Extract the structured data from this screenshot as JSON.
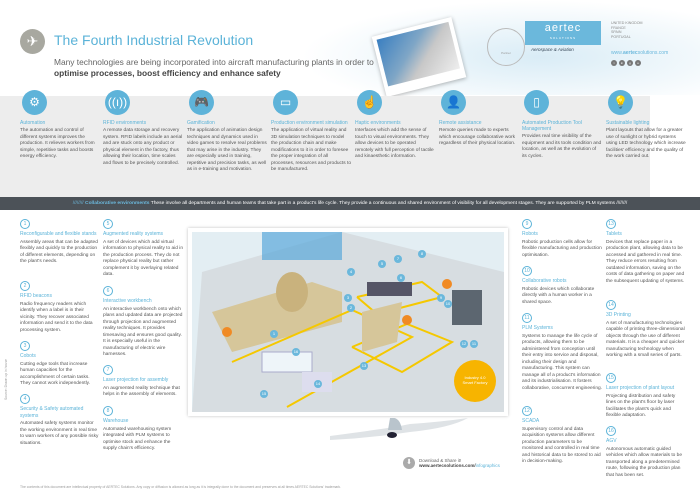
{
  "header": {
    "title": "The Fourth Industrial Revolution",
    "subtitle_plain": "Many technologies are being incorporated into aircraft manufacturing plants in order to ",
    "subtitle_bold": "optimise processes, boost efficiency and enhance safety"
  },
  "brand": {
    "logo": "aertec",
    "logo_sub": "SOLUTIONS",
    "tagline": "Aerospace & Aviation",
    "seal": "Partner",
    "countries": [
      "UNITED KINGDOM",
      "FRANCE",
      "SPAIN",
      "PORTUGAL"
    ],
    "url_pre": "www.",
    "url_bold": "aertec",
    "url_post": "solutions.com",
    "accent": "#5bb3d8"
  },
  "technologies": [
    {
      "icon": "gear-icon",
      "glyph": "⚙",
      "title": "Automation",
      "text": "The automation and control of different systems improves the production. It relieves workers from simple, repetitive tasks and boosts energy efficiency."
    },
    {
      "icon": "rfid-icon",
      "glyph": "((ı))",
      "title": "RFID environments",
      "text": "A remote data storage and recovery system. RFID labels include an aerial and are stuck onto any product or physical element in the factory, thus allowing their location, time scales and flows to be precisely controlled."
    },
    {
      "icon": "gamepad-icon",
      "glyph": "🎮",
      "title": "Gamification",
      "text": "The application of animation design techniques and dynamics used in video games to resolve real problems that may arise in the industry. They are especially used in training, repetitive and precision tasks, as well as in e-training and motivation."
    },
    {
      "icon": "simulation-icon",
      "glyph": "▭",
      "title": "Production environment simulation",
      "text": "The application of virtual reality and 3D simulation techniques to model the production chain and make modifications to it in order to foresee the proper integration of all processes, resources and products to be manufactured."
    },
    {
      "icon": "hand-touch-icon",
      "glyph": "☝",
      "title": "Haptic environments",
      "text": "Interfaces which add the sense of touch to visual environments. They allow devices to be operated remotely with full perception of tactile and kinaesthetic information."
    },
    {
      "icon": "expert-icon",
      "glyph": "👤",
      "title": "Remote assistance",
      "text": "Remote queries made to experts which encourage collaborative work regardless of their physical location."
    },
    {
      "icon": "tablet-icon",
      "glyph": "▯",
      "title": "Automated Production Tool Management",
      "text": "Provides real time visibility of the equipment and its tools condition and location, as well as the evolution of its cycles."
    },
    {
      "icon": "lightbulb-icon",
      "glyph": "💡",
      "title": "Sustainable lighting",
      "text": "Plant layouts that allow for a greater use of sunlight or hybrid systems using LED technology which increase facilities' efficiency and the quality of the work carried out."
    }
  ],
  "collab_bar": {
    "prefix": "//////// ",
    "key": "Collaborative environments",
    "text": " These involve all departments and human teams that take part in a product's life cycle. They provide a continuous and shared environment of visibility for all development stages. They are supported by PLM systems ////////"
  },
  "items": [
    {
      "n": "1",
      "title": "Reconfigurable and flexible stands",
      "text": "Assembly areas that can be adapted flexibly and quickly to the production of different elements, depending on the plant's needs."
    },
    {
      "n": "2",
      "title": "RFID beacons",
      "text": "Radio frequency readers which identify when a label is in their vicinity. They recover associated information and send it to the data processing system."
    },
    {
      "n": "3",
      "title": "Cobots",
      "text": "Cutting edge tools that increase human capacities for the accomplishment of certain tasks. They cannot work independently."
    },
    {
      "n": "4",
      "title": "Security & Safety automated systems",
      "text": "Automated safety systems monitor the working environment in real time to warn workers of any possible risky situations."
    },
    {
      "n": "5",
      "title": "Augmented reality systems",
      "text": "A set of devices which add virtual information to physical reality to aid in the production process. They do not replace physical reality but rather complement it by overlaying related data."
    },
    {
      "n": "6",
      "title": "Interactive workbench",
      "text": "An interactive workbench onto which plans and updated data are projected through projection and augmented reality techniques. It provides timesaving and ensures good quality. It is especially useful in the manufacturing of electric wire harnesses."
    },
    {
      "n": "7",
      "title": "Laser projection for assembly",
      "text": "An augmented reality technique that helps in the assembly of elements."
    },
    {
      "n": "8",
      "title": "Warehouse",
      "text": "Automated warehousing system integrated with PLM systems to optimise stock and enhance the supply chain's efficiency."
    },
    {
      "n": "9",
      "title": "Robots",
      "text": "Robotic production cells allow for flexible manufacturing and production optimisation."
    },
    {
      "n": "10",
      "title": "Collaborative robots",
      "text": "Robotic devices which collaborate directly with a human worker in a shared space."
    },
    {
      "n": "11",
      "title": "PLM Systems",
      "text": "Systems to manage the life cycle of products, allowing them to be administered from conception until their entry into service and disposal, including their design and manufacturing. This system can manage all of a product's information and its industrialisation. It fosters collaborative, concurrent engineering."
    },
    {
      "n": "12",
      "title": "SCADA",
      "text": "Supervisory control and data acquisition systems allow different production parameters to be monitored and controlled in real time and historical data to be stored to aid in decision-making."
    },
    {
      "n": "13",
      "title": "Tablets",
      "text": "Devices that replace paper in a production plant, allowing data to be accessed and gathered in real time. They reduce errors resulting from outdated information, saving on the costs of data gathering on paper and the subsequent updating of systems."
    },
    {
      "n": "14",
      "title": "3D Printing",
      "text": "A set of manufacturing technologies capable of printing three-dimensional objects through the use of different materials. It is a cheaper and quicker manufacturing technology when working with a small series of parts."
    },
    {
      "n": "15",
      "title": "Laser projection of plant layout",
      "text": "Projecting distribution and safety lines on the plant's floor by laser facilitates the plant's quick and flexible adaptation."
    },
    {
      "n": "16",
      "title": "AGV",
      "text": "Autonomous automatic guided vehicles which allow materials to be transported along a predetermined route, following the production plan that has been set."
    }
  ],
  "illustration": {
    "badge_line1": "Industry 4.0",
    "badge_line2": "Smart Factory"
  },
  "download": {
    "label": "Download & Share it!",
    "url_main": "www.aertecsolutions.com/",
    "url_accent": "infographics"
  },
  "footer": "The contents of this document are intellectual property of AERTEC Solutions. Any copy or diffusion is allowed as long as it is integrally done to the document and preserves at all times AERTEC Solutions' trademark.",
  "source": "Source: Drawn up in house"
}
